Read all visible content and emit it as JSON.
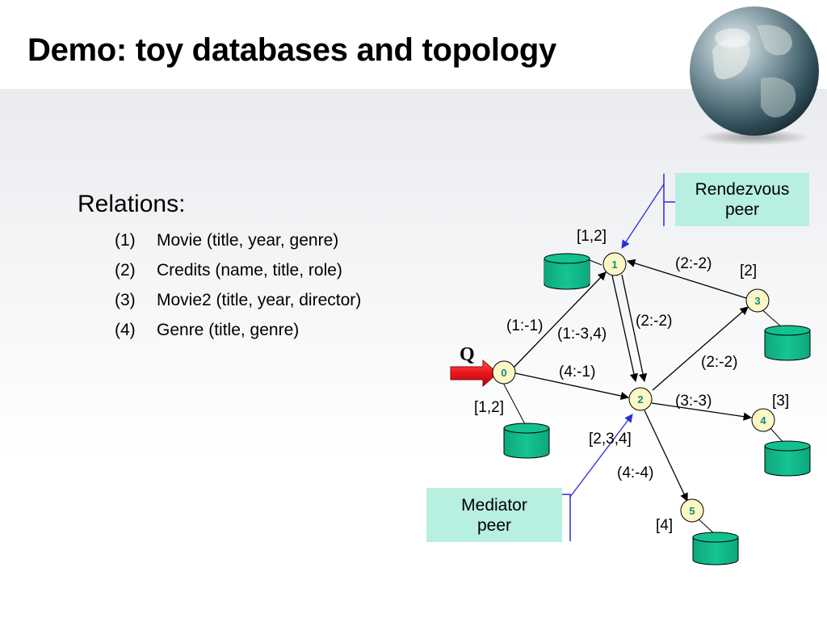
{
  "slide": {
    "title": "Demo: toy databases and topology",
    "relations_heading": "Relations:",
    "relations": [
      {
        "num": "(1)",
        "text": "Movie (title, year, genre)"
      },
      {
        "num": "(2)",
        "text": "Credits (name, title, role)"
      },
      {
        "num": "(3)",
        "text": "Movie2 (title, year, director)"
      },
      {
        "num": "(4)",
        "text": "Genre (title, genre)"
      }
    ]
  },
  "diagram": {
    "query_label": "Q",
    "nodes": [
      {
        "id": "0",
        "data_label": "[1,2]"
      },
      {
        "id": "1",
        "data_label": "[1,2]"
      },
      {
        "id": "2",
        "data_label": "[2,3,4]"
      },
      {
        "id": "3",
        "data_label": "[2]"
      },
      {
        "id": "4",
        "data_label": "[3]"
      },
      {
        "id": "5",
        "data_label": "[4]"
      }
    ],
    "edges": [
      {
        "from": "0",
        "to": "1",
        "label": "(1:-1)"
      },
      {
        "from": "1",
        "to": "2",
        "label": "(1:-3,4)"
      },
      {
        "from": "1",
        "to": "2",
        "label": "(2:-2)"
      },
      {
        "from": "0",
        "to": "2",
        "label": "(4:-1)"
      },
      {
        "from": "2",
        "to": "3",
        "label": "(2:-2)"
      },
      {
        "from": "3",
        "to": "1",
        "label": "(2:-2)"
      },
      {
        "from": "2",
        "to": "4",
        "label": "(3:-3)"
      },
      {
        "from": "2",
        "to": "5",
        "label": "(4:-4)"
      }
    ],
    "callouts": {
      "rendezvous": "Rendezvous peer",
      "rendezvous_line1": "Rendezvous",
      "rendezvous_line2": "peer",
      "mediator_line1": "Mediator",
      "mediator_line2": "peer"
    },
    "colors": {
      "node_fill": "#fdf7c6",
      "node_label": "#128a7a",
      "database_fill": "#0fb88a",
      "callout_fill": "#b7efe0",
      "callout_pointer": "#2b2bd9",
      "query_arrow": "#e8141a"
    }
  }
}
